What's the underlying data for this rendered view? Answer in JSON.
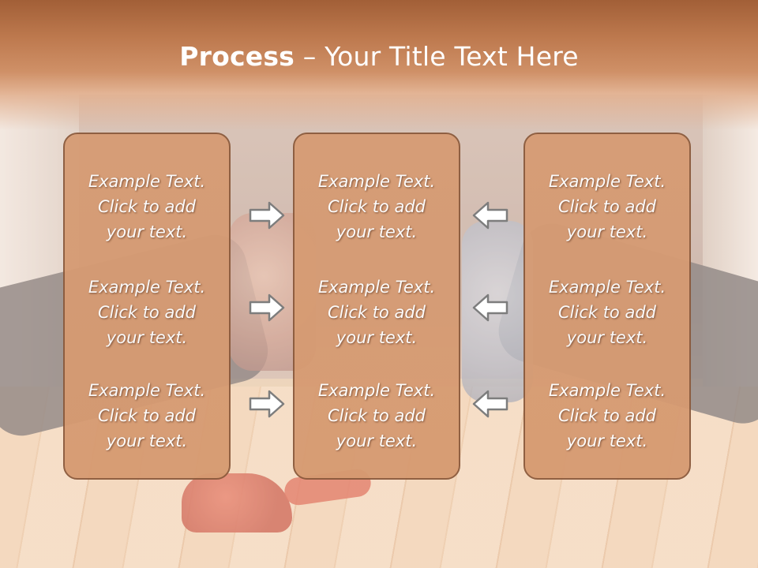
{
  "slide": {
    "title_bold": "Process",
    "title_rest": " – Your Title Text Here"
  },
  "columns": [
    {
      "items": [
        "Example Text.\nClick  to add\nyour text.",
        "Example Text.\nClick  to add\nyour text.",
        "Example Text.\nClick  to add\nyour text."
      ]
    },
    {
      "items": [
        "Example Text.\nClick  to add\nyour text.",
        "Example Text.\nClick  to add\nyour text.",
        "Example Text.\nClick  to add\nyour text."
      ]
    },
    {
      "items": [
        "Example Text.\nClick  to add\nyour text.",
        "Example Text.\nClick  to add\nyour text.",
        "Example Text.\nClick  to add\nyour text."
      ]
    }
  ],
  "arrows": {
    "left_group": [
      "right-arrow-icon",
      "right-arrow-icon",
      "right-arrow-icon"
    ],
    "right_group": [
      "left-arrow-icon",
      "left-arrow-icon",
      "left-arrow-icon"
    ]
  },
  "colors": {
    "header": "#be7a4f",
    "box_fill": "#d69c74",
    "box_border": "#8b5a3c",
    "arrow_fill": "#ffffff",
    "arrow_stroke": "#7d7d7d"
  }
}
